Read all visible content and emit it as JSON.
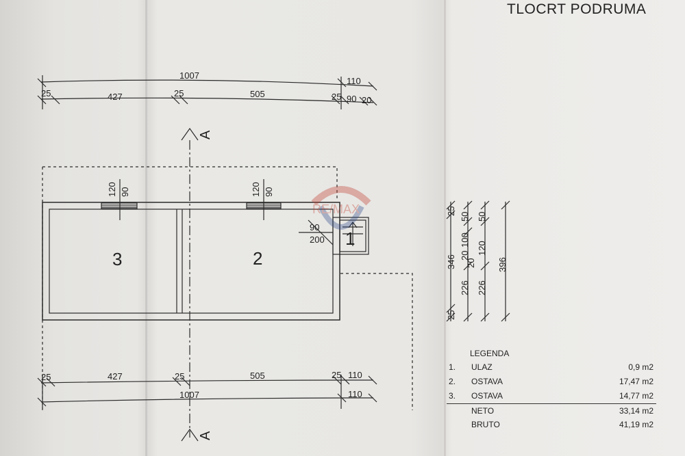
{
  "title": "TLOCRT PODRUMA",
  "top_dims": {
    "overall": "1007",
    "overall_right": "110",
    "segments": [
      "25",
      "427",
      "25",
      "505",
      "25",
      "90",
      "20"
    ]
  },
  "bottom_dims": {
    "segments": [
      "25",
      "427",
      "25",
      "505",
      "25",
      "110"
    ],
    "overall": "1007",
    "overall_right": "110"
  },
  "section_marker": "A",
  "rooms": {
    "r3": "3",
    "r2": "2",
    "r1": "1"
  },
  "window_dims": {
    "left_a": "120",
    "left_b": "90",
    "right_a": "120",
    "right_b": "90"
  },
  "door_dims": {
    "width": "90",
    "height": "200"
  },
  "right_dims": {
    "col1": [
      "25",
      "346",
      "25"
    ],
    "col2": [
      "50",
      "20",
      "100",
      "226"
    ],
    "col3": [
      "50",
      "120",
      "226"
    ],
    "col4": [
      "396"
    ],
    "extra": "20"
  },
  "legend": {
    "heading": "LEGENDA",
    "items": [
      {
        "num": "1.",
        "name": "ULAZ",
        "area": "0,9 m2"
      },
      {
        "num": "2.",
        "name": "OSTAVA",
        "area": "17,47 m2"
      },
      {
        "num": "3.",
        "name": "OSTAVA",
        "area": "14,77 m2"
      }
    ],
    "totals": [
      {
        "name": "NETO",
        "area": "33,14 m2"
      },
      {
        "name": "BRUTO",
        "area": "41,19 m2"
      }
    ]
  },
  "watermark_text": "RE/MAX",
  "colors": {
    "paper": "#e8e7e4",
    "ink": "#222222",
    "watermark": "#c0392b"
  }
}
